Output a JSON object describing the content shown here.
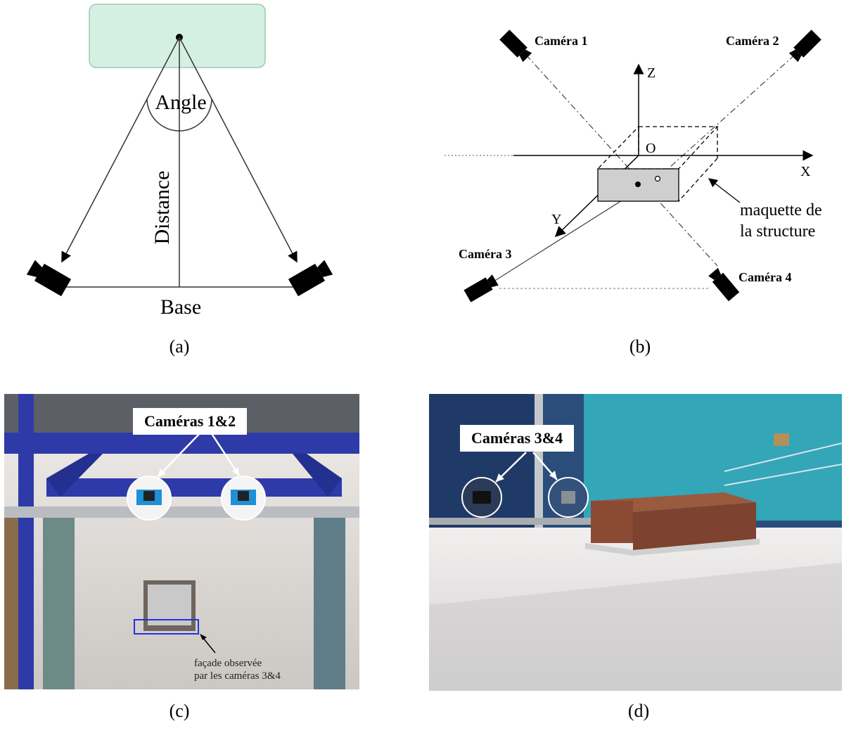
{
  "panel_a": {
    "label_angle": "Angle",
    "label_distance": "Distance",
    "label_base": "Base",
    "caption": "(a)",
    "target_fill": "#d4f0e2"
  },
  "panel_b": {
    "camera1": "Caméra 1",
    "camera2": "Caméra 2",
    "camera3": "Caméra 3",
    "camera4": "Caméra 4",
    "axis_z": "Z",
    "axis_x": "X",
    "axis_y": "Y",
    "origin": "O",
    "model_line1": "maquette de",
    "model_line2": "la structure",
    "caption": "(b)",
    "model_fill": "#cfcfcf"
  },
  "panel_c": {
    "callout": "Caméras 1&2",
    "note_line1": "façade observée",
    "note_line2": "par les caméras 3&4",
    "caption": "(c)",
    "frame_color": "#2d3aa8",
    "highlight_color": "#2233dd"
  },
  "panel_d": {
    "callout": "Caméras 3&4",
    "caption": "(d)",
    "wall_color": "#33a6b8",
    "brick_color": "#8a4a33"
  }
}
